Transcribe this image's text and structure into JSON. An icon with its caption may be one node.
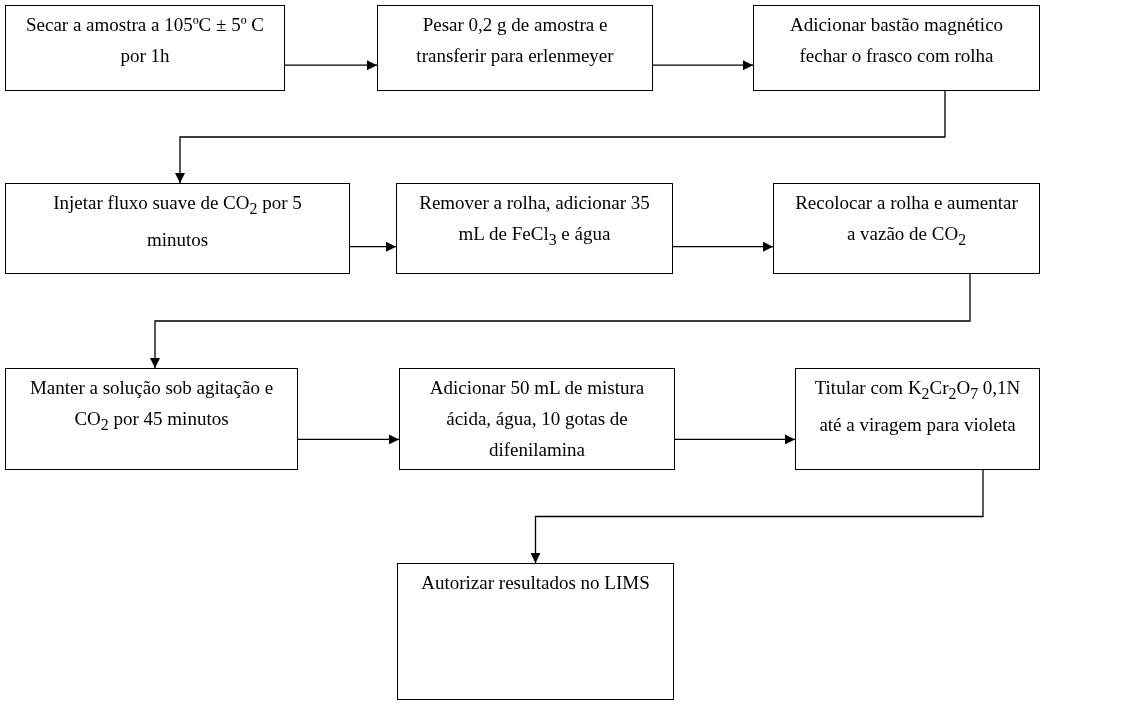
{
  "diagram": {
    "nodes": [
      {
        "text": [
          "Secar a amostra a 105ºC ± 5º C por 1h"
        ]
      },
      {
        "text": [
          "Pesar 0,2 g de amostra e transferir para erlenmeyer"
        ]
      },
      {
        "text": [
          "Adicionar bastão magnético fechar o frasco com rolha"
        ]
      },
      {
        "text": [
          "Injetar fluxo suave de CO$_{2}$ por 5 minutos"
        ]
      },
      {
        "text": [
          "Remover a rolha, adicionar 35 mL de FeCl$_{3}$ e água"
        ]
      },
      {
        "text": [
          "Recolocar a rolha e aumentar a vazão de CO$_{2}$"
        ]
      },
      {
        "text": [
          "Manter a solução sob agitação e CO$_{2}$ por 45 minutos"
        ]
      },
      {
        "text": [
          "Adicionar 50 mL de mistura ácida, água, 10 gotas de difenilamina"
        ]
      },
      {
        "text": [
          "Titular com K$_{2}$Cr$_{2}$O$_{7}$ 0,1N até a viragem para violeta"
        ]
      },
      {
        "text": [
          "Autorizar resultados no LIMS"
        ]
      }
    ],
    "edges": [
      {
        "from": 0,
        "to": 1,
        "arrow": "to"
      },
      {
        "from": 1,
        "to": 2,
        "arrow": "to"
      },
      {
        "from": 2,
        "to": 3,
        "arrow": "to"
      },
      {
        "from": 3,
        "to": 4,
        "arrow": "to"
      },
      {
        "from": 4,
        "to": 5,
        "arrow": "to"
      },
      {
        "from": 5,
        "to": 6,
        "arrow": "to"
      },
      {
        "from": 6,
        "to": 7,
        "arrow": "to"
      },
      {
        "from": 7,
        "to": 8,
        "arrow": "to"
      },
      {
        "from": 8,
        "to": 9,
        "arrow": "to"
      }
    ]
  }
}
